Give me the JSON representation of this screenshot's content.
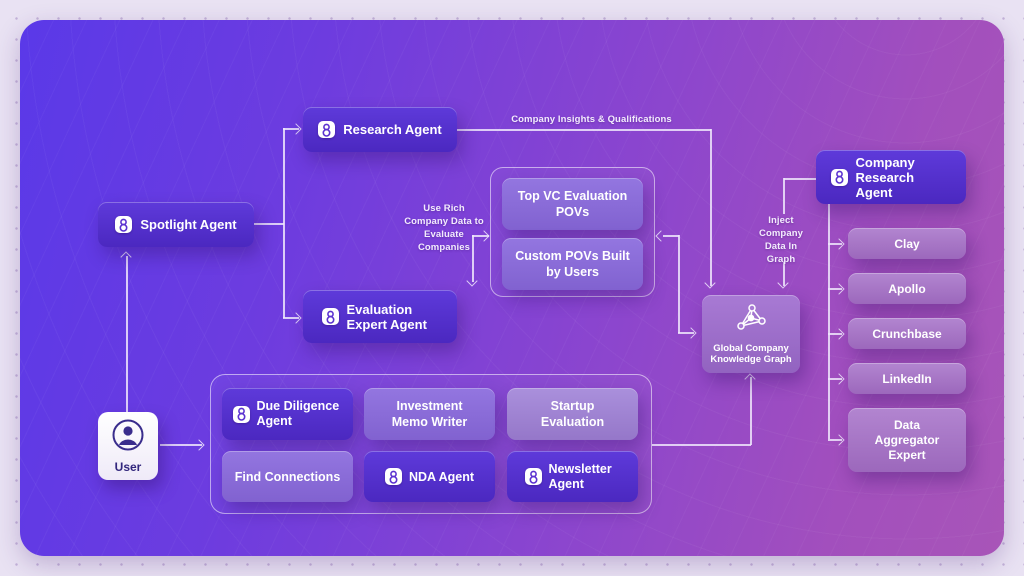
{
  "diagram": {
    "nodes": {
      "spotlight": "Spotlight Agent",
      "research": "Research Agent",
      "evaluation": "Evaluation Expert Agent",
      "top_vc": "Top VC Evaluation POVs",
      "custom_povs": "Custom POVs Built by Users",
      "knowledge_graph": "Global Company Knowledge Graph",
      "company_research": "Company Research Agent",
      "clay": "Clay",
      "apollo": "Apollo",
      "crunchbase": "Crunchbase",
      "linkedin": "LinkedIn",
      "data_aggregator": "Data Aggregator Expert",
      "due_diligence": "Due Diligence Agent",
      "investment_memo": "Investment Memo Writer",
      "startup_evaluation": "Startup Evaluation",
      "find_connections": "Find Connections",
      "nda": "NDA Agent",
      "newsletter": "Newsletter Agent",
      "user": "User"
    },
    "annotations": {
      "company_insights": "Company Insights & Qualifications",
      "use_rich_data": "Use Rich Company Data to Evaluate Companies",
      "inject_data": "Inject Company Data In Graph"
    },
    "colors": {
      "agent_dark": "#4e2ac4",
      "panel_mid": "#8a68d8",
      "panel_pale": "#a286d2",
      "source_mauve": "#a873c6",
      "background_left": "#5a39e8",
      "background_right": "#a855b8",
      "connector": "#eee6fc"
    }
  }
}
